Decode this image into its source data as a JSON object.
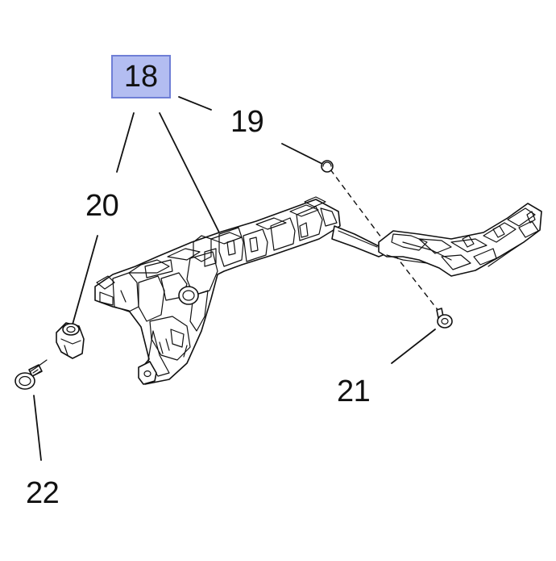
{
  "colors": {
    "highlight_fill": "#b3bdf1",
    "highlight_border": "#6f7fd6",
    "line": "#111111",
    "background": "#ffffff"
  },
  "callouts": {
    "c18": "18",
    "c19": "19",
    "c20": "20",
    "c21": "21",
    "c22": "22"
  }
}
